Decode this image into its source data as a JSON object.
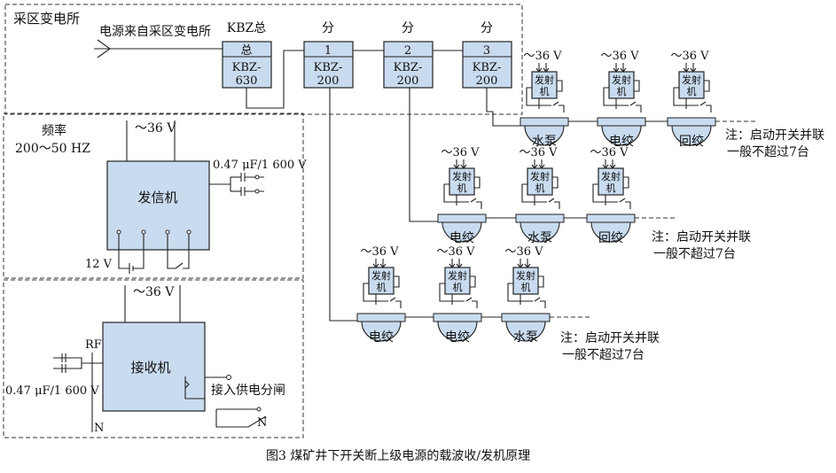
{
  "regions": {
    "substation": "采区变电所",
    "freq_label": "频率",
    "freq_range": "200～50 HZ",
    "power_source": "电源来自采区变电所",
    "kbz_total": "KBZ总"
  },
  "switches": [
    {
      "header": "KBZ总",
      "top": "总",
      "line1": "KBZ-",
      "line2": "630"
    },
    {
      "header": "分",
      "top": "1",
      "line1": "KBZ-",
      "line2": "200"
    },
    {
      "header": "分",
      "top": "2",
      "line1": "KBZ-",
      "line2": "200"
    },
    {
      "header": "分",
      "top": "3",
      "line1": "KBZ-",
      "line2": "200"
    }
  ],
  "transmitter": {
    "title": "发信机",
    "voltage": "～36 V",
    "capacitor": "0.47 μF/1 600 V",
    "battery": "12 V"
  },
  "receiver": {
    "title": "接收机",
    "voltage": "～36 V",
    "rf": "RF",
    "capacitor": "0.47 μF/1 600 V",
    "output": "接入供电分闸",
    "n1": "N",
    "n2": "N"
  },
  "small_tx": {
    "line1": "发射",
    "line2": "机",
    "voltage": "～36 V"
  },
  "rows": [
    {
      "loads": [
        "水泵",
        "电绞",
        "回绞"
      ],
      "note1": "注：启动开关并联",
      "note2": "一般不超过7台"
    },
    {
      "loads": [
        "电绞",
        "水泵",
        "回绞"
      ],
      "note1": "注：启动开关并联",
      "note2": "一般不超过7台"
    },
    {
      "loads": [
        "电绞",
        "电绞",
        "水泵"
      ],
      "note1": "注：启动开关并联",
      "note2": "一般不超过7台"
    }
  ],
  "caption": "图3    煤矿井下开关断上级电源的载波收/发机原理"
}
